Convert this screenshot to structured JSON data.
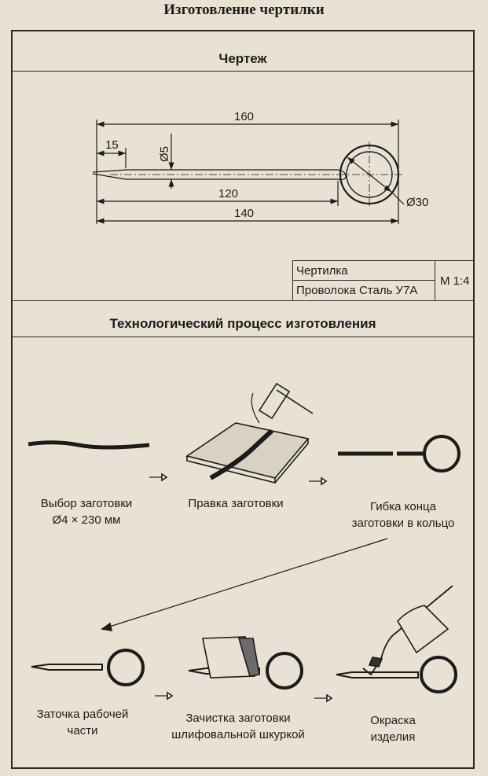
{
  "document": {
    "title": "Изготовление чертилки"
  },
  "drawing": {
    "section_title": "Чертеж",
    "dimensions": {
      "overall_length": "160",
      "tip_length": "15",
      "rod_diameter": "Ø5",
      "ring_diameter": "Ø30",
      "shaft_to_ring": "120",
      "to_ring_far": "140"
    },
    "title_block": {
      "part_name": "Чертилка",
      "material": "Проволока  Сталь У7А",
      "scale": "М 1:4"
    }
  },
  "process": {
    "section_title": "Технологический  процесс  изготовления",
    "steps": [
      {
        "line1": "Выбор  заготовки",
        "line2": "Ø4 × 230 мм"
      },
      {
        "line1": "Правка  заготовки",
        "line2": ""
      },
      {
        "line1": "Гибка  конца",
        "line2": "заготовки  в  кольцо"
      },
      {
        "line1": "Заточка  рабочей",
        "line2": "части"
      },
      {
        "line1": "Зачистка  заготовки",
        "line2": "шлифовальной  шкуркой"
      },
      {
        "line1": "Окраска",
        "line2": "изделия"
      }
    ]
  }
}
